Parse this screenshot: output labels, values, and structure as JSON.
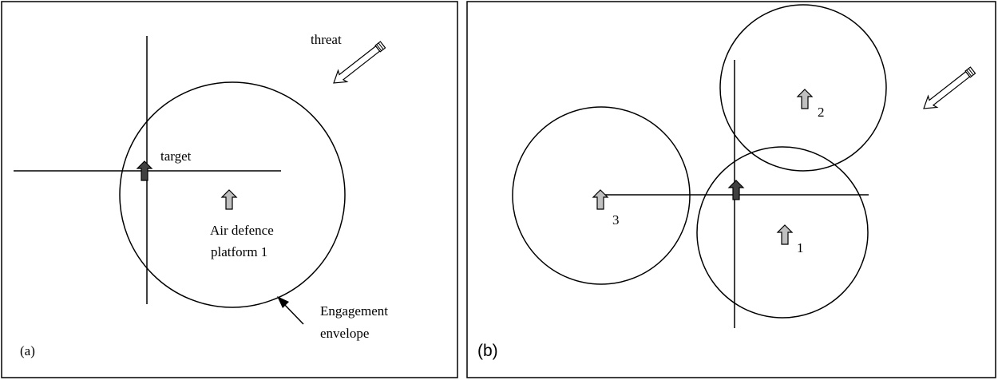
{
  "panel_a": {
    "label": "(a)",
    "threat_label": "threat",
    "target_label": "target",
    "platform_label_line1": "Air defence",
    "platform_label_line2": "platform 1",
    "envelope_label_line1": "Engagement",
    "envelope_label_line2": "envelope"
  },
  "panel_b": {
    "label": "(b)",
    "platform_numbers": [
      "1",
      "2",
      "3"
    ]
  },
  "colors": {
    "target_fill": "#404040",
    "platform_fill": "#c0c0c0",
    "stroke": "#000000"
  }
}
